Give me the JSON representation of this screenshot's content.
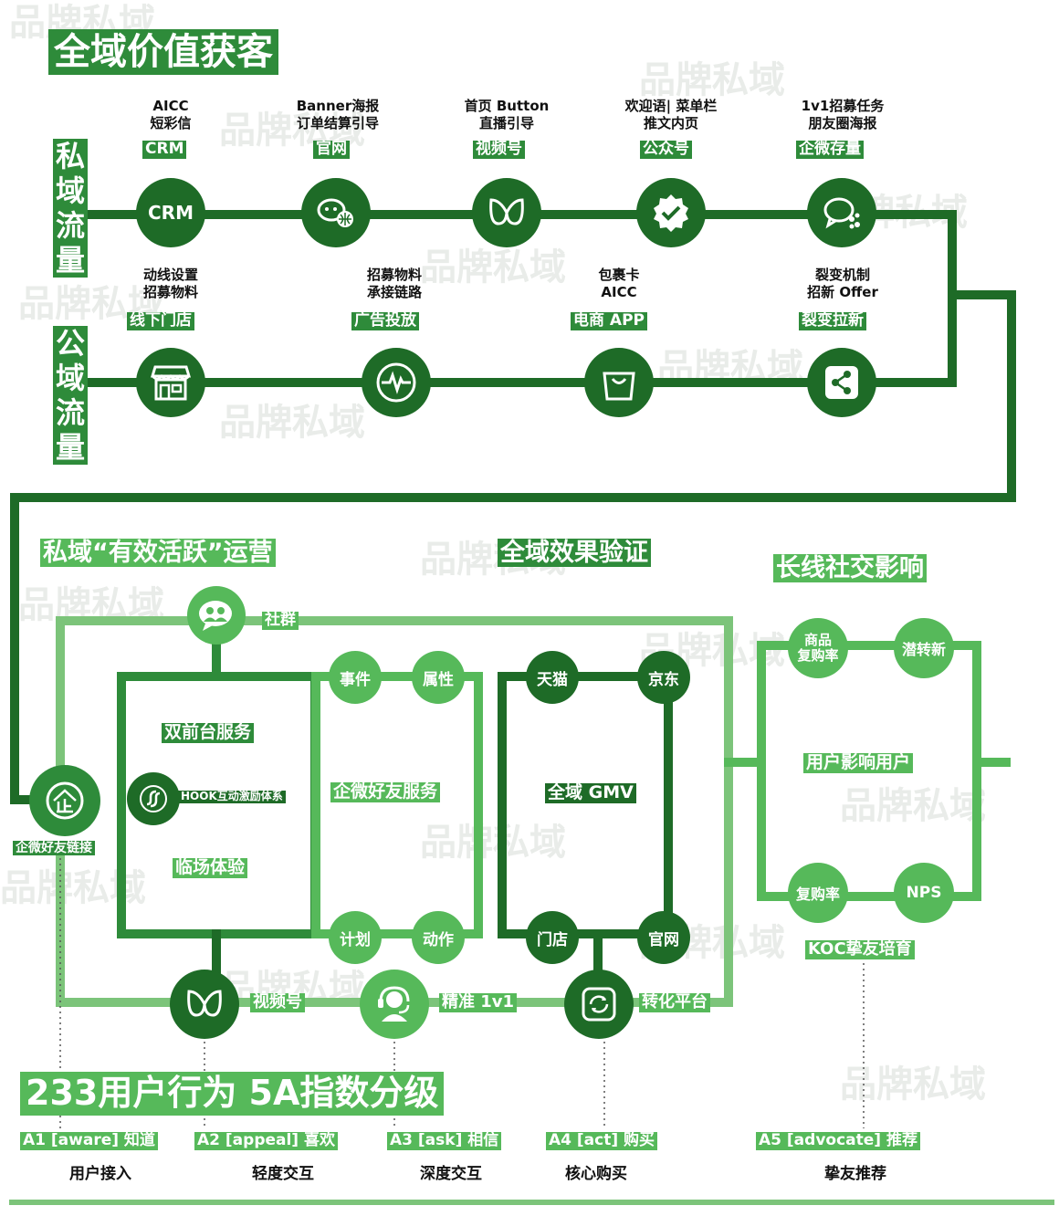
{
  "watermark": "品牌私域",
  "title": "全域价值获客",
  "private_title": "私域流量",
  "public_title": "公域流量",
  "private_nodes": [
    {
      "caption": [
        "AICC",
        "短彩信"
      ],
      "tag": "CRM",
      "icon_text": "CRM",
      "icon": "crm-icon"
    },
    {
      "caption": [
        "Banner海报",
        "订单结算引导"
      ],
      "tag": "官网",
      "icon": "wechat-chat-icon"
    },
    {
      "caption": [
        "首页 Button",
        "直播引导"
      ],
      "tag": "视频号",
      "icon": "video-channel-icon"
    },
    {
      "caption": [
        "欢迎语| 菜单栏",
        "推文内页"
      ],
      "tag": "公众号",
      "icon": "verified-check-icon"
    },
    {
      "caption": [
        "1v1招募任务",
        "朋友圈海报"
      ],
      "tag": "企微存量",
      "icon": "wecom-icon"
    }
  ],
  "public_nodes": [
    {
      "caption": [
        "动线设置",
        "招募物料"
      ],
      "tag": "线下门店",
      "icon": "store-icon"
    },
    {
      "caption": [
        "招募物料",
        "承接链路"
      ],
      "tag": "广告投放",
      "icon": "pulse-icon"
    },
    {
      "caption": [
        "包裹卡",
        "AICC"
      ],
      "tag": "电商 APP",
      "icon": "shopping-bag-icon"
    },
    {
      "caption": [
        "裂变机制",
        "招新 Offer"
      ],
      "tag": "裂变拉新",
      "icon": "share-icon"
    }
  ],
  "sections": {
    "ops": "私域“有效活跃”运营",
    "verify": "全域效果验证",
    "social": "长线社交影响"
  },
  "ops_labels": {
    "community": "社群",
    "wecom_link": "企微好友链接",
    "dual_front": "双前台服务",
    "hook": "HOOK互动激励体系",
    "onsite": "临场体验",
    "wecom_service": "企微好友服务",
    "event": "事件",
    "attribute": "属性",
    "plan": "计划",
    "action": "动作",
    "video": "视频号",
    "precise": "精准 1v1",
    "conversion": "转化平台"
  },
  "verify_labels": {
    "tmall": "天猫",
    "jd": "京东",
    "gmv": "全域 GMV",
    "store": "门店",
    "website": "官网"
  },
  "social_labels": {
    "product_repurchase": [
      "商品",
      "复购率"
    ],
    "potential": "潜转新",
    "center": "用户影响用户",
    "repurchase": "复购率",
    "nps": "NPS",
    "koc": "KOC挚友培育"
  },
  "grading_title": "233用户行为 5A指数分级",
  "stages": [
    {
      "code": "A1 [aware] 知道",
      "desc": "用户接入"
    },
    {
      "code": "A2 [appeal] 喜欢",
      "desc": "轻度交互"
    },
    {
      "code": "A3 [ask] 相信",
      "desc": "深度交互"
    },
    {
      "code": "A4 [act] 购买",
      "desc": "核心购买"
    },
    {
      "code": "A5 [advocate] 推荐",
      "desc": "挚友推荐"
    }
  ],
  "colors": {
    "dark": "#1e6b27",
    "mid": "#2e8b3a",
    "light": "#56b95a",
    "pale": "#7cc47a"
  }
}
